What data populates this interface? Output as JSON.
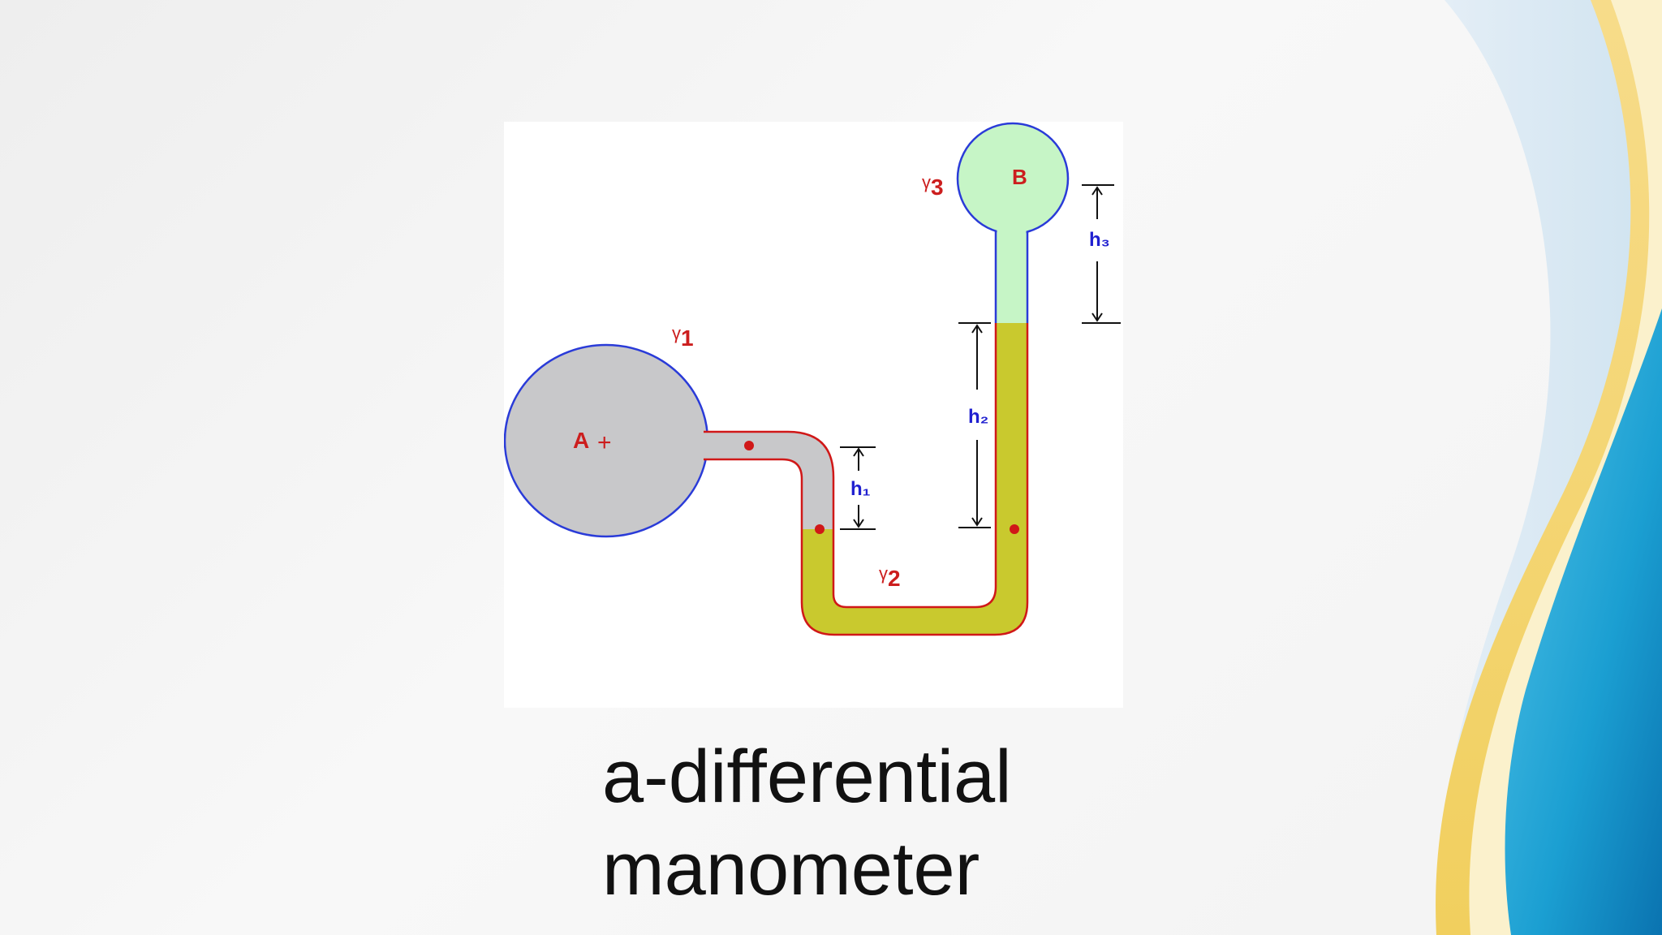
{
  "diagram": {
    "vessel_a_label": "A",
    "vessel_b_label": "B",
    "gamma_1": "γ",
    "gamma_1_sub": "1",
    "gamma_2": "γ",
    "gamma_2_sub": "2",
    "gamma_3": "γ",
    "gamma_3_sub": "3",
    "h1": "h₁",
    "h2": "h₂",
    "h3": "h₃",
    "plus_symbol": "+"
  },
  "caption": {
    "line1": "a-differential",
    "line2": "manometer"
  },
  "colors": {
    "fluid_1_gray": "#c8c8ca",
    "fluid_2_olive": "#c9c92e",
    "fluid_3_green": "#c6f5c6",
    "vessel_outline_blue": "#2a3bd8",
    "tube_outline_red": "#d01818",
    "label_red": "#cc1e1e",
    "label_blue": "#2020d0",
    "wave_blue": "#1aa6d6",
    "wave_yellow": "#f4d46a"
  }
}
